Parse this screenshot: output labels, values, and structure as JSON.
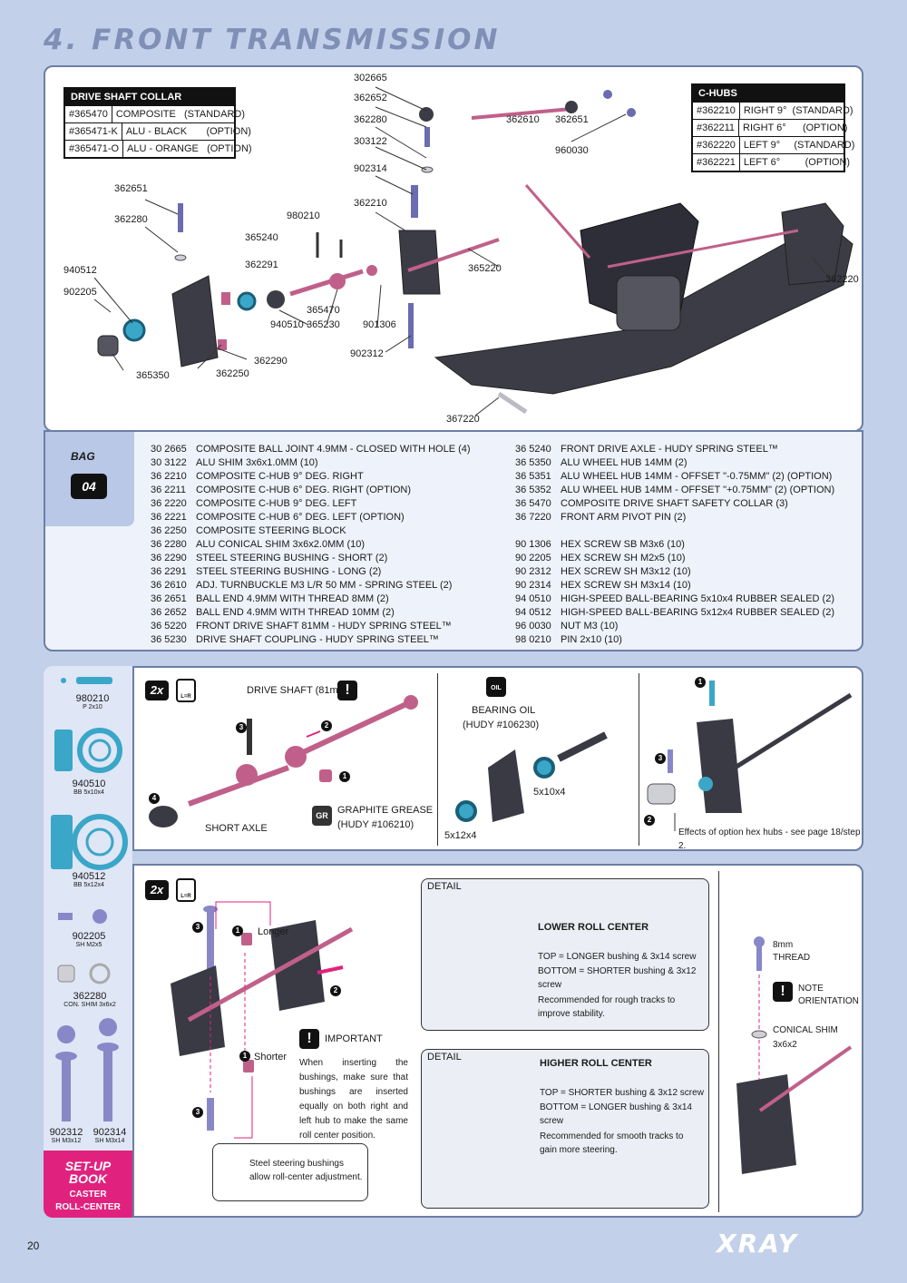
{
  "page": {
    "title": "4. FRONT TRANSMISSION",
    "page_number": "20",
    "logo": "XRAY"
  },
  "drive_shaft_collar": {
    "header": "DRIVE SHAFT COLLAR",
    "rows": [
      {
        "code": "#365470",
        "desc": "COMPOSITE   (STANDARD)"
      },
      {
        "code": "#365471-K",
        "desc": "ALU - BLACK       (OPTION)"
      },
      {
        "code": "#365471-O",
        "desc": "ALU - ORANGE   (OPTION)"
      }
    ]
  },
  "c_hubs": {
    "header": "C-HUBS",
    "rows": [
      {
        "code": "#362210",
        "desc": "RIGHT 9°  (STANDARD)"
      },
      {
        "code": "#362211",
        "desc": "RIGHT 6°      (OPTION)"
      },
      {
        "code": "#362220",
        "desc": "LEFT 9°     (STANDARD)"
      },
      {
        "code": "#362221",
        "desc": "LEFT 6°         (OPTION)"
      }
    ]
  },
  "exploded_labels": [
    "302665",
    "362652",
    "362280",
    "303122",
    "902314",
    "362210",
    "362610",
    "362651",
    "960030",
    "362651",
    "362280",
    "980210",
    "365240",
    "940512",
    "902205",
    "362291",
    "365470",
    "940510",
    "365230",
    "901306",
    "365220",
    "902312",
    "365350",
    "362250",
    "362290",
    "367220",
    "362220"
  ],
  "bag": {
    "label": "BAG",
    "number": "04"
  },
  "parts_list_a": [
    {
      "code": "30 2665",
      "desc": "COMPOSITE BALL JOINT 4.9MM - CLOSED WITH HOLE (4)"
    },
    {
      "code": "30 3122",
      "desc": "ALU SHIM 3x6x1.0MM (10)"
    },
    {
      "code": "36 2210",
      "desc": "COMPOSITE C-HUB 9° DEG. RIGHT"
    },
    {
      "code": "36 2211",
      "desc": "COMPOSITE C-HUB 6° DEG. RIGHT (OPTION)"
    },
    {
      "code": "36 2220",
      "desc": "COMPOSITE C-HUB 9° DEG. LEFT"
    },
    {
      "code": "36 2221",
      "desc": "COMPOSITE C-HUB 6° DEG. LEFT (OPTION)"
    },
    {
      "code": "36 2250",
      "desc": "COMPOSITE STEERING BLOCK"
    },
    {
      "code": "36 2280",
      "desc": "ALU CONICAL SHIM 3x6x2.0MM (10)"
    },
    {
      "code": "36 2290",
      "desc": "STEEL STEERING BUSHING - SHORT (2)"
    },
    {
      "code": "36 2291",
      "desc": "STEEL STEERING BUSHING - LONG (2)"
    },
    {
      "code": "36 2610",
      "desc": "ADJ. TURNBUCKLE M3 L/R 50 MM  - SPRING STEEL (2)"
    },
    {
      "code": "36 2651",
      "desc": "BALL END 4.9MM WITH THREAD 8MM (2)"
    },
    {
      "code": "36 2652",
      "desc": "BALL END 4.9MM WITH THREAD 10MM (2)"
    },
    {
      "code": "36 5220",
      "desc": "FRONT DRIVE SHAFT 81MM - HUDY SPRING STEEL™"
    },
    {
      "code": "36 5230",
      "desc": "DRIVE SHAFT COUPLING  - HUDY SPRING STEEL™"
    }
  ],
  "parts_list_b1": [
    {
      "code": "36 5240",
      "desc": "FRONT DRIVE AXLE - HUDY SPRING STEEL™"
    },
    {
      "code": "36 5350",
      "desc": "ALU WHEEL HUB 14MM (2)"
    },
    {
      "code": "36 5351",
      "desc": "ALU WHEEL HUB 14MM - OFFSET \"-0.75MM\" (2) (OPTION)"
    },
    {
      "code": "36 5352",
      "desc": "ALU WHEEL HUB 14MM - OFFSET \"+0.75MM\" (2) (OPTION)"
    },
    {
      "code": "36 5470",
      "desc": "COMPOSITE DRIVE SHAFT SAFETY COLLAR (3)"
    },
    {
      "code": "36 7220",
      "desc": "FRONT ARM PIVOT PIN (2)"
    }
  ],
  "parts_list_b2": [
    {
      "code": "90 1306",
      "desc": "HEX SCREW  SB M3x6  (10)"
    },
    {
      "code": "90 2205",
      "desc": "HEX SCREW  SH M2x5  (10)"
    },
    {
      "code": "90 2312",
      "desc": "HEX SCREW  SH M3x12  (10)"
    },
    {
      "code": "90 2314",
      "desc": "HEX SCREW  SH M3x14  (10)"
    },
    {
      "code": "94 0510",
      "desc": "HIGH-SPEED BALL-BEARING 5x10x4 RUBBER SEALED  (2)"
    },
    {
      "code": "94 0512",
      "desc": "HIGH-SPEED BALL-BEARING 5x12x4 RUBBER SEALED  (2)"
    },
    {
      "code": "96 0030",
      "desc": "NUT M3  (10)"
    },
    {
      "code": "98 0210",
      "desc": "PIN 2x10  (10)"
    }
  ],
  "side_parts": [
    {
      "code": "980210",
      "size": "P 2x10"
    },
    {
      "code": "940510",
      "size": "BB 5x10x4"
    },
    {
      "code": "940512",
      "size": "BB 5x12x4"
    },
    {
      "code": "902205",
      "size": "SH M2x5"
    },
    {
      "code": "362280",
      "size": "CON. SHIM 3x6x2"
    },
    {
      "code": "902312",
      "size": "SH M3x12"
    },
    {
      "code": "902314",
      "size": "SH M3x14"
    }
  ],
  "setup_book": {
    "title_1": "SET-UP",
    "title_2": "BOOK",
    "line_1": "CASTER",
    "line_2": "ROLL-CENTER"
  },
  "step1": {
    "multiplier": "2x",
    "lr": "L=R",
    "drive_shaft": "DRIVE SHAFT (81mm)",
    "short_axle": "SHORT AXLE",
    "graphite_grease_1": "GRAPHITE GREASE",
    "graphite_grease_2": "(HUDY #106210)",
    "bearing_oil_1": "BEARING OIL",
    "bearing_oil_2": "(HUDY #106230)",
    "oil_badge": "OIL",
    "bearing_a": "5x10x4",
    "bearing_b": "5x12x4",
    "hex_hub_note": "Effects of option hex hubs - see page 18/step 2."
  },
  "step2": {
    "multiplier": "2x",
    "lr": "L=R",
    "longer": "Longer",
    "shorter": "Shorter",
    "important_title": "IMPORTANT",
    "important_text": "When inserting the bushings, make sure that bushings are inserted equally on both right and left hub to make the same roll center position.",
    "bushing_note": "Steel steering bushings allow roll-center adjustment.",
    "detail_label": "DETAIL",
    "lower_title": "LOWER ROLL CENTER",
    "lower_top": "TOP = LONGER bushing & 3x14 screw",
    "lower_bottom": "BOTTOM = SHORTER bushing & 3x12 screw",
    "lower_note": "Recommended for rough tracks to improve stability.",
    "higher_title": "HIGHER ROLL CENTER",
    "higher_top": "TOP = SHORTER bushing & 3x12 screw",
    "higher_bottom": "BOTTOM = LONGER bushing & 3x14 screw",
    "higher_note": "Recommended for smooth tracks to gain more steering.",
    "thread_1": "8mm",
    "thread_2": "THREAD",
    "note_1": "NOTE",
    "note_2": "ORIENTATION",
    "shim_1": "CONICAL SHIM",
    "shim_2": "3x6x2"
  },
  "colors": {
    "background": "#c2d0ea",
    "border": "#6d7ea6",
    "accent": "#e0227e",
    "part_dark": "#3a3a44",
    "part_pink": "#c0608a",
    "bearing": "#3aa6c8"
  }
}
